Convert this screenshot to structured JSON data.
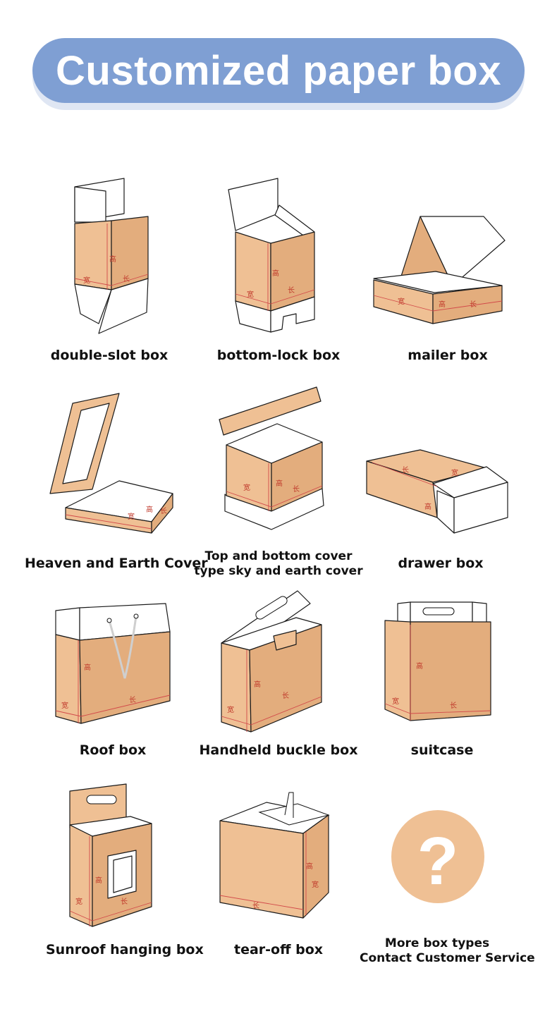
{
  "banner": {
    "title": "Customized paper box"
  },
  "dims": {
    "height": "高",
    "length": "长",
    "width": "宽"
  },
  "colors": {
    "banner": "#7f9fd3",
    "kraft": "#efc094",
    "dimension_text": "#c0392b"
  },
  "boxes": [
    {
      "label": "double-slot box"
    },
    {
      "label": "bottom-lock box"
    },
    {
      "label": "mailer box"
    },
    {
      "label": "Heaven and Earth Cover"
    },
    {
      "label_line1": "Top and bottom cover",
      "label_line2": "type sky and earth cover"
    },
    {
      "label": "drawer box"
    },
    {
      "label": "Roof box"
    },
    {
      "label": "Handheld buckle box"
    },
    {
      "label": "suitcase"
    },
    {
      "label": "Sunroof hanging box"
    },
    {
      "label": "tear-off box"
    },
    {
      "label_line1": "More box types",
      "label_line2": "Contact Customer Service",
      "icon": "question-mark-icon"
    }
  ]
}
